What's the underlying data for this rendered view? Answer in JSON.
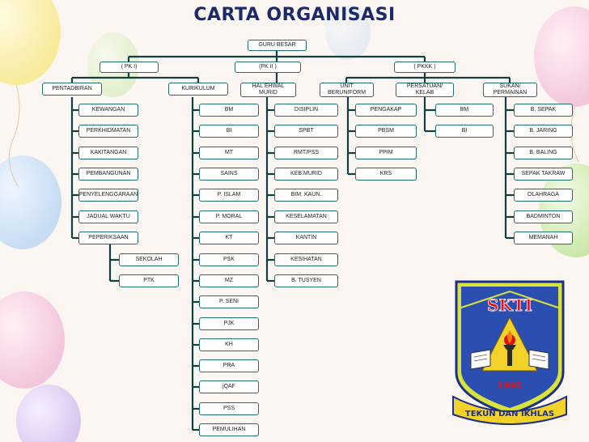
{
  "title": "CARTA ORGANISASI",
  "colors": {
    "title": "#1c2a6b",
    "line": "#123f3f",
    "box_border": "#1f6f6f",
    "box_fill": "#ffffff"
  },
  "nodes": {
    "guru_besar": "GURU BESAR",
    "pk1": "( PK I)",
    "pk2": "(PK  II )",
    "pkkk": "( PKKK )",
    "pentadbiran": "PENTADBIRAN",
    "kurikulum": "KURIKULUM",
    "hal_ehwal_murid": "HAL EHWAL\nMURID",
    "unit_beruniform": "UNIT\nBERUNIFORM",
    "persatuan_kelab": "PERSATUAN/\nKELAB",
    "sukan_permainan": "SUKAN/\nPERMAINAN"
  },
  "columns": {
    "pentadbiran": [
      "KEWANGAN",
      "PERKHIDMATAN",
      "KAKITANGAN",
      "PEMBANGUNAN",
      "PENYELENGGARAAN",
      "JADUAL WAKTU",
      "PEPERIKSAAN"
    ],
    "peperiksaan_sub": [
      "SEKOLAH",
      "PTK"
    ],
    "kurikulum": [
      "BM",
      "BI",
      "MT",
      "SAINS",
      "P. ISLAM",
      "P. MORAL",
      "KT",
      "PSK",
      "MZ",
      "P. SENI",
      "PJK",
      "KH",
      "PRA",
      "jQAF",
      "PSS",
      "PEMULIHAN"
    ],
    "hem": [
      "DISIPLIN",
      "SPBT",
      "RMT/PSS",
      "KEB.MURID",
      "BIM. KAUN.",
      "KESELAMATAN",
      "KANTIN",
      "KESIHATAN",
      "B. TUSYEN"
    ],
    "uniform": [
      "PENGAKAP",
      "PBSM",
      "PPIM",
      "KRS"
    ],
    "kelab": [
      "BM",
      "BI"
    ],
    "sukan": [
      "B. SEPAK",
      "B. JARING",
      "B. BALING",
      "SEPAK TAKRAW",
      "OLAHRAGA",
      "BADMINTON",
      "MEMANAH"
    ]
  },
  "logo": {
    "text": "SKTI",
    "year": "1995",
    "motto": "TEKUN DAN IKHLAS"
  }
}
